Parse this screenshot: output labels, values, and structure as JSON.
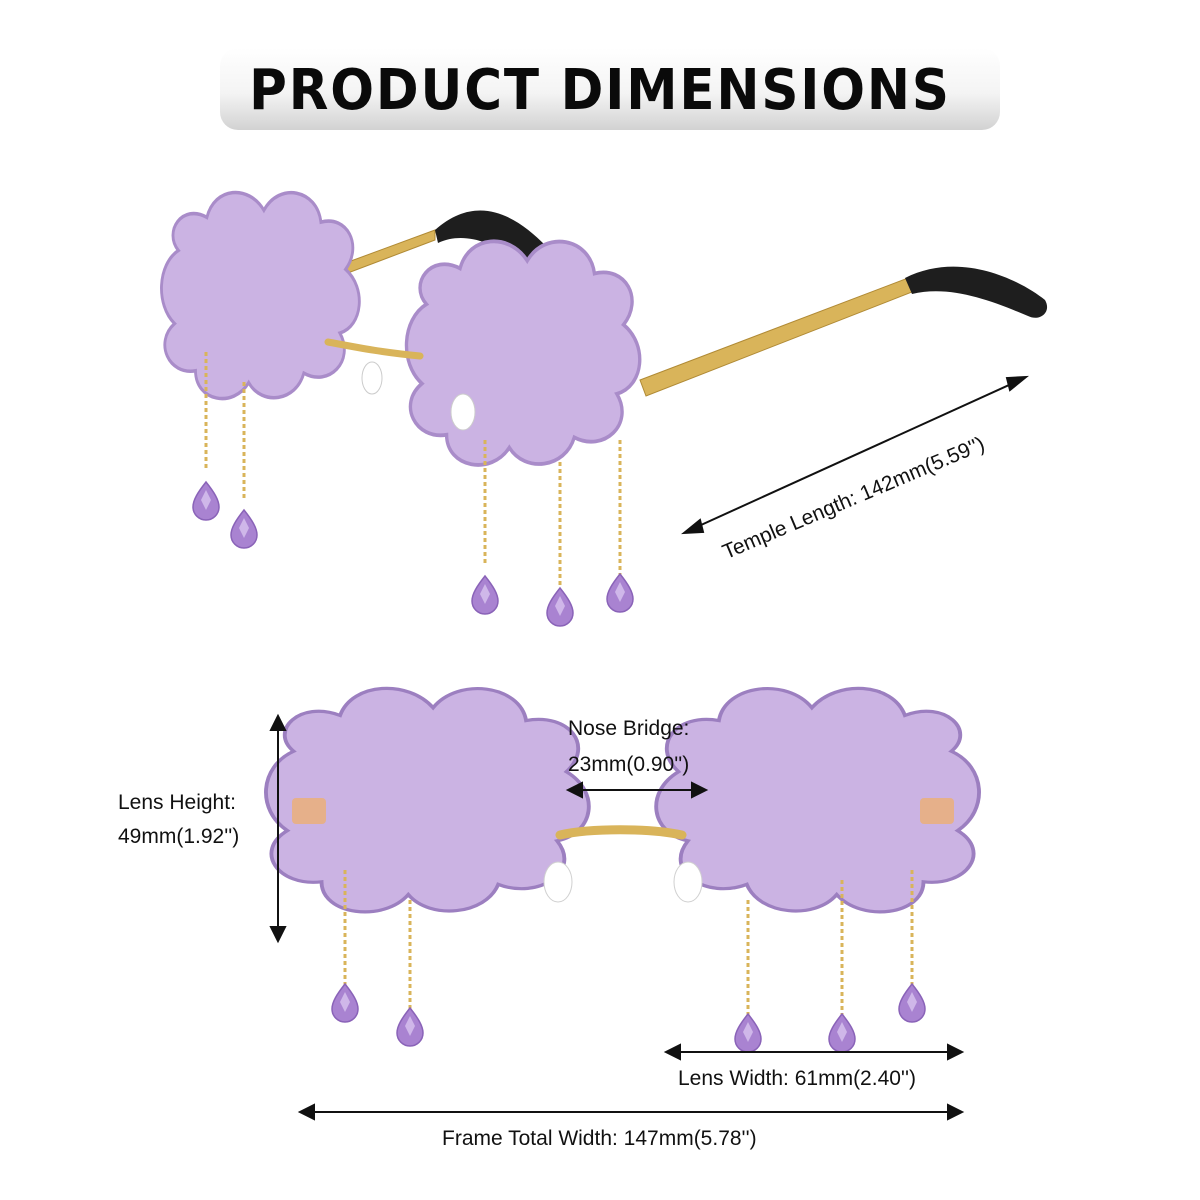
{
  "title": "PRODUCT DIMENSIONS",
  "colors": {
    "lens": "#cbb3e3",
    "lens_edge": "#8f6fb6",
    "frame_gold": "#d9b45a",
    "crystal": "#a983d1",
    "arrow": "#111111"
  },
  "icons": [
    "cloud-lens",
    "rain-drop-crystal",
    "temple-arm",
    "dimension-arrow"
  ],
  "dimensions": {
    "temple_length": "Temple Length: 142mm(5.59'')",
    "nose_bridge_line1": "Nose Bridge:",
    "nose_bridge_line2": "23mm(0.90'')",
    "lens_height_line1": "Lens Height:",
    "lens_height_line2": "49mm(1.92'')",
    "lens_width": "Lens Width: 61mm(2.40'')",
    "frame_total_width": "Frame Total Width: 147mm(5.78'')"
  }
}
